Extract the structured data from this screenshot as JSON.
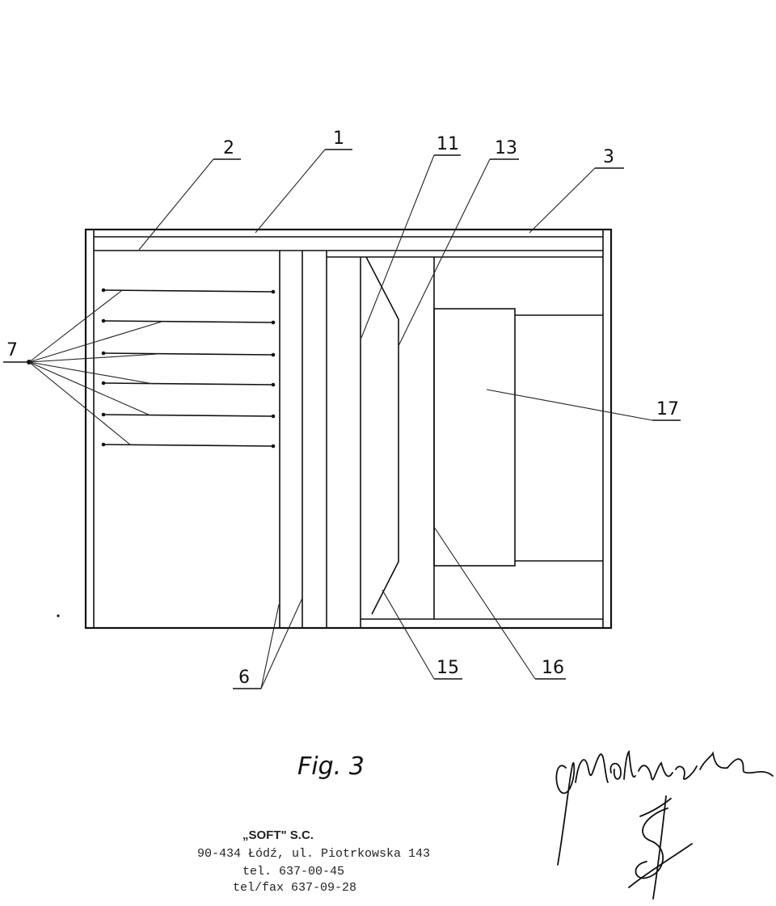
{
  "figure": {
    "caption": "Fig. 3",
    "reference_numerals": {
      "n1": "1",
      "n2": "2",
      "n3": "3",
      "n6": "6",
      "n7": "7",
      "n11": "11",
      "n13": "13",
      "n15": "15",
      "n16": "16",
      "n17": "17"
    }
  },
  "stamp": {
    "line1": "„SOFT\" S.C.",
    "line2": "90-434 Łódź, ul. Piotrkowska 143",
    "line3": "tel. 637-00-45",
    "line4": "tel/fax 637-09-28"
  },
  "signature": {
    "text": "J. Malinowska"
  }
}
